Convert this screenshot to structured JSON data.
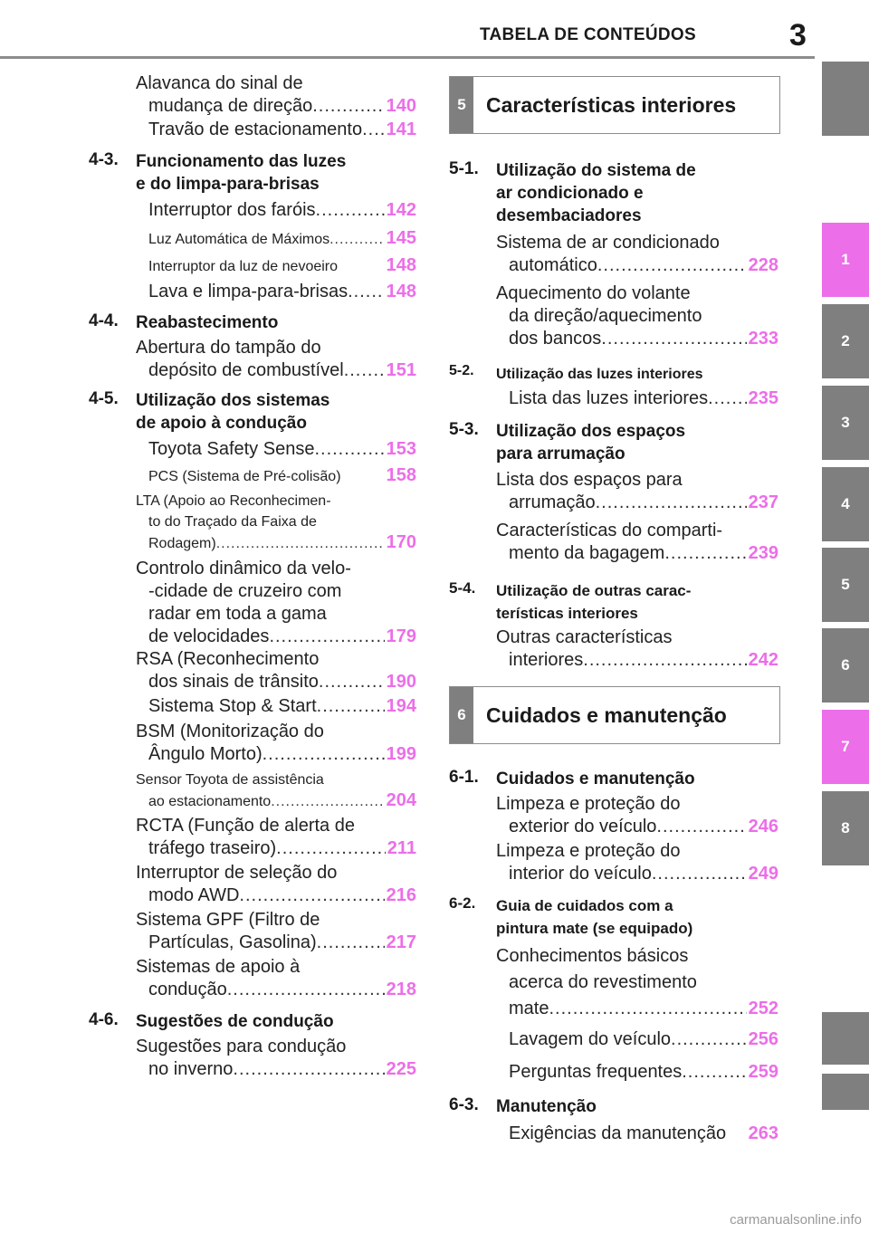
{
  "header": {
    "title": "TABELA DE CONTEÚDOS",
    "page_number": "3"
  },
  "side_tabs": [
    {
      "label": "",
      "color": "#7f7f7f"
    },
    {
      "label": "1",
      "color": "#ec6ee8"
    },
    {
      "label": "2",
      "color": "#7f7f7f"
    },
    {
      "label": "3",
      "color": "#7f7f7f"
    },
    {
      "label": "4",
      "color": "#7f7f7f"
    },
    {
      "label": "5",
      "color": "#7f7f7f"
    },
    {
      "label": "6",
      "color": "#7f7f7f"
    },
    {
      "label": "7",
      "color": "#ec6ee8"
    },
    {
      "label": "8",
      "color": "#7f7f7f"
    },
    {
      "label": "",
      "color": "#7f7f7f"
    },
    {
      "label": "",
      "color": "#7f7f7f"
    }
  ],
  "left": {
    "pre_items": [
      {
        "text": "Alavanca do sinal de\nmudança de direção",
        "page": "140"
      },
      {
        "text": "Travão de estacionamento",
        "page": "141"
      }
    ],
    "s43": {
      "num": "4-3.",
      "title": "Funcionamento das luzes\ne do limpa-para-brisas",
      "items": [
        {
          "text": "Interruptor dos faróis",
          "page": "142"
        },
        {
          "text": "Luz Automática de Máximos",
          "page": "145"
        },
        {
          "text": "Interruptor da luz de nevoeiro",
          "page": "148"
        },
        {
          "text": "Lava e limpa-para-brisas",
          "page": "148"
        }
      ]
    },
    "s44": {
      "num": "4-4.",
      "title": "Reabastecimento",
      "items": [
        {
          "text": "Abertura do tampão do\ndepósito de combustível",
          "page": "151"
        }
      ]
    },
    "s45": {
      "num": "4-5.",
      "title": "Utilização dos sistemas\nde apoio à condução",
      "items": [
        {
          "text": "Toyota Safety Sense",
          "page": "153"
        },
        {
          "text": "PCS (Sistema de Pré-colisão)",
          "page": "158"
        },
        {
          "text": "LTA (Apoio ao Reconhecimen-\nto do Traçado da Faixa de\nRodagem)",
          "page": "170"
        },
        {
          "text": "Controlo dinâmico da velo-\n-cidade de cruzeiro com\nradar em toda a gama\nde velocidades",
          "page": "179"
        },
        {
          "text": "RSA (Reconhecimento\ndos sinais de trânsito",
          "page": "190"
        },
        {
          "text": "Sistema Stop & Start",
          "page": "194"
        },
        {
          "text": "BSM (Monitorização do\nÂngulo Morto)",
          "page": "199"
        },
        {
          "text": "Sensor Toyota de assistência\nao estacionamento",
          "page": "204"
        },
        {
          "text": "RCTA (Função de alerta de\ntráfego traseiro)",
          "page": "211"
        },
        {
          "text": "Interruptor de seleção do\nmodo AWD",
          "page": "216"
        },
        {
          "text": "Sistema GPF (Filtro de\nPartículas, Gasolina)",
          "page": "217"
        },
        {
          "text": "Sistemas de apoio à\ncondução",
          "page": "218"
        }
      ]
    },
    "s46": {
      "num": "4-6.",
      "title": "Sugestões de condução",
      "items": [
        {
          "text": "Sugestões para condução\nno inverno",
          "page": "225"
        }
      ]
    }
  },
  "right": {
    "ch5": {
      "num": "5",
      "title": "Características interiores"
    },
    "s51": {
      "num": "5-1.",
      "title": "Utilização do sistema de\nar condicionado e\ndesembaciadores",
      "items": [
        {
          "text": "Sistema de ar condicionado\nautomático",
          "page": "228"
        },
        {
          "text": "Aquecimento do volante\nda direção/aquecimento\ndos bancos",
          "page": "233"
        }
      ]
    },
    "s52": {
      "num": "5-2.",
      "title": "Utilização das luzes interiores",
      "items": [
        {
          "text": "Lista das luzes interiores",
          "page": "235"
        }
      ]
    },
    "s53": {
      "num": "5-3.",
      "title": "Utilização dos espaços\npara arrumação",
      "items": [
        {
          "text": "Lista dos espaços para\narrumação",
          "page": "237"
        },
        {
          "text": "Características do comparti-\nmento da bagagem",
          "page": "239"
        }
      ]
    },
    "s54": {
      "num": "5-4.",
      "title": "Utilização de outras carac-\nterísticas interiores",
      "items": [
        {
          "text": "Outras características\ninteriores",
          "page": "242"
        }
      ]
    },
    "ch6": {
      "num": "6",
      "title": "Cuidados e manutenção"
    },
    "s61": {
      "num": "6-1.",
      "title": "Cuidados e manutenção",
      "items": [
        {
          "text": "Limpeza e proteção do\nexterior do veículo",
          "page": "246"
        },
        {
          "text": "Limpeza e proteção do\ninterior do veículo",
          "page": "249"
        }
      ]
    },
    "s62": {
      "num": "6-2.",
      "title": "Guia de cuidados com a\npintura mate (se equipado)",
      "items": [
        {
          "text": "Conhecimentos básicos\nacerca do revestimento\nmate",
          "page": "252"
        },
        {
          "text": "Lavagem do veículo",
          "page": "256"
        },
        {
          "text": "Perguntas frequentes",
          "page": "259"
        }
      ]
    },
    "s63": {
      "num": "6-3.",
      "title": "Manutenção",
      "items": [
        {
          "text": "Exigências da manutenção",
          "page": "263"
        }
      ]
    }
  },
  "watermark": "carmanualsonline.info"
}
